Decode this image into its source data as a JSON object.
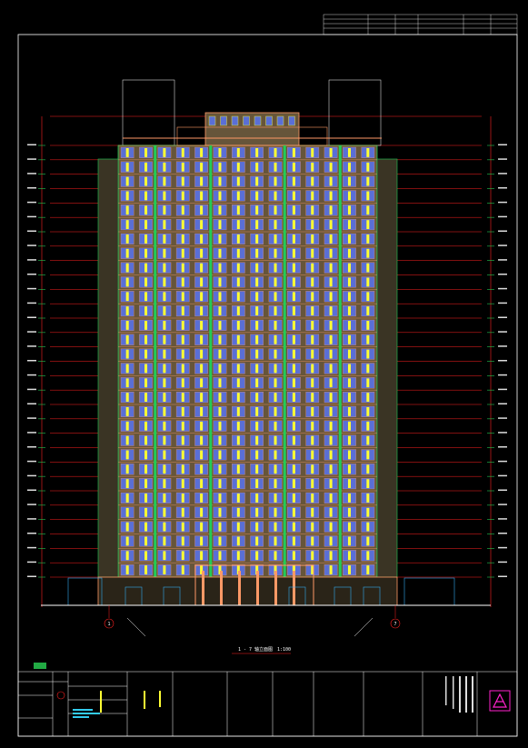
{
  "drawing": {
    "title_block_text": "",
    "view_caption": "1 - 7 轴立面图",
    "view_scale": "1:100",
    "axis_left": "1",
    "axis_right": "7",
    "floor_count": 30,
    "bay_count": 14
  },
  "colors": {
    "frame": "#ffffff",
    "grid_red": "#ff2020",
    "wall_fill": "#66553a",
    "window_blue": "#5a6fd6",
    "window_yellow": "#ffff33",
    "trim_orange": "#ff9966",
    "column_green": "#22cc55",
    "accent_magenta": "#ff22cc",
    "base_cyan": "#33aaee"
  }
}
